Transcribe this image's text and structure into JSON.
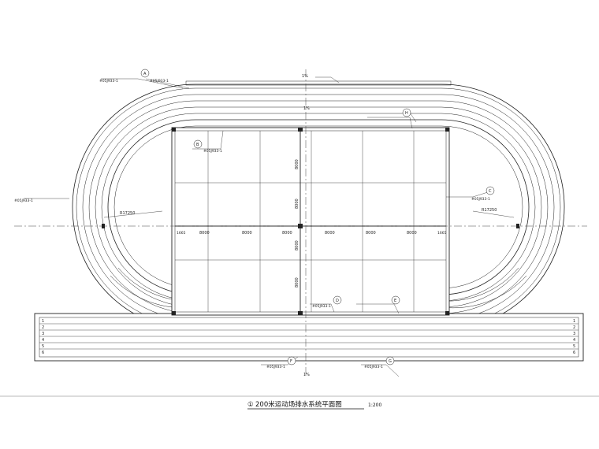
{
  "title": "200米运动场排水系统平面图",
  "title_index": "①",
  "scale": "1:200",
  "slope_labels": {
    "top": "1%",
    "field": "1%",
    "bottom": "1%"
  },
  "field": {
    "width_dims": [
      "8000",
      "8000",
      "8000",
      "8000",
      "8000",
      "8000"
    ],
    "end_dims": [
      "1665",
      "1665"
    ],
    "height_dims": [
      "8000",
      "8000",
      "8000",
      "8000"
    ]
  },
  "ref_codes": {
    "a": "#05J933-1",
    "b": "#05J933-1",
    "c": "#05J933-1",
    "d": "#05J933-1",
    "e": "#05J933-1",
    "f": "#05J933-1",
    "g": "#05J933-1",
    "h": "#05J933-1"
  },
  "radius_labels": {
    "left": "R17250",
    "right": "R17250"
  },
  "lane_numbers": [
    "1",
    "2",
    "3",
    "4",
    "5",
    "6"
  ],
  "legend_markers": [
    "A",
    "B",
    "C",
    "D",
    "E",
    "F",
    "G",
    "H"
  ]
}
